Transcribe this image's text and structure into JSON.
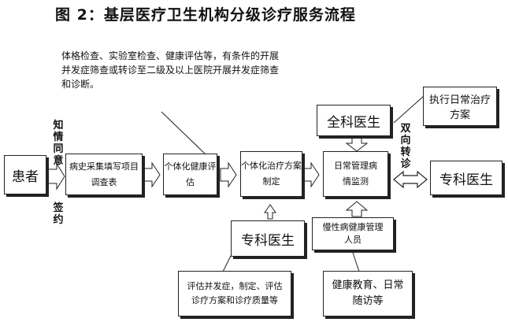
{
  "title": "图 2：基层医疗卫生机构分级诊疗服务流程",
  "note_top": "体格检查、实验室检查、健康评估等，有条件的开展并发症筛查或转诊至二级及以上医院开展并发症筛查和诊断。",
  "side_labels": {
    "consent": "知情同意",
    "sign": "签约",
    "referral": "双向转诊"
  },
  "boxes": {
    "patient": "患者",
    "history": "病史采集填写项目调查表",
    "assessment": "个体化健康评估",
    "plan": "个体化治疗方案制定",
    "monitor": "日常管理病情监测",
    "gp": "全科医生",
    "gp_note": "执行日常治疗方案",
    "specialist_right": "专科医生",
    "specialist_bottom": "专科医生",
    "specialist_note": "评估并发症，制定、评估诊疗方案和诊疗质量等",
    "chronic_mgr": "慢性病健康管理人员",
    "chronic_note": "健康教育、日常随访等"
  }
}
